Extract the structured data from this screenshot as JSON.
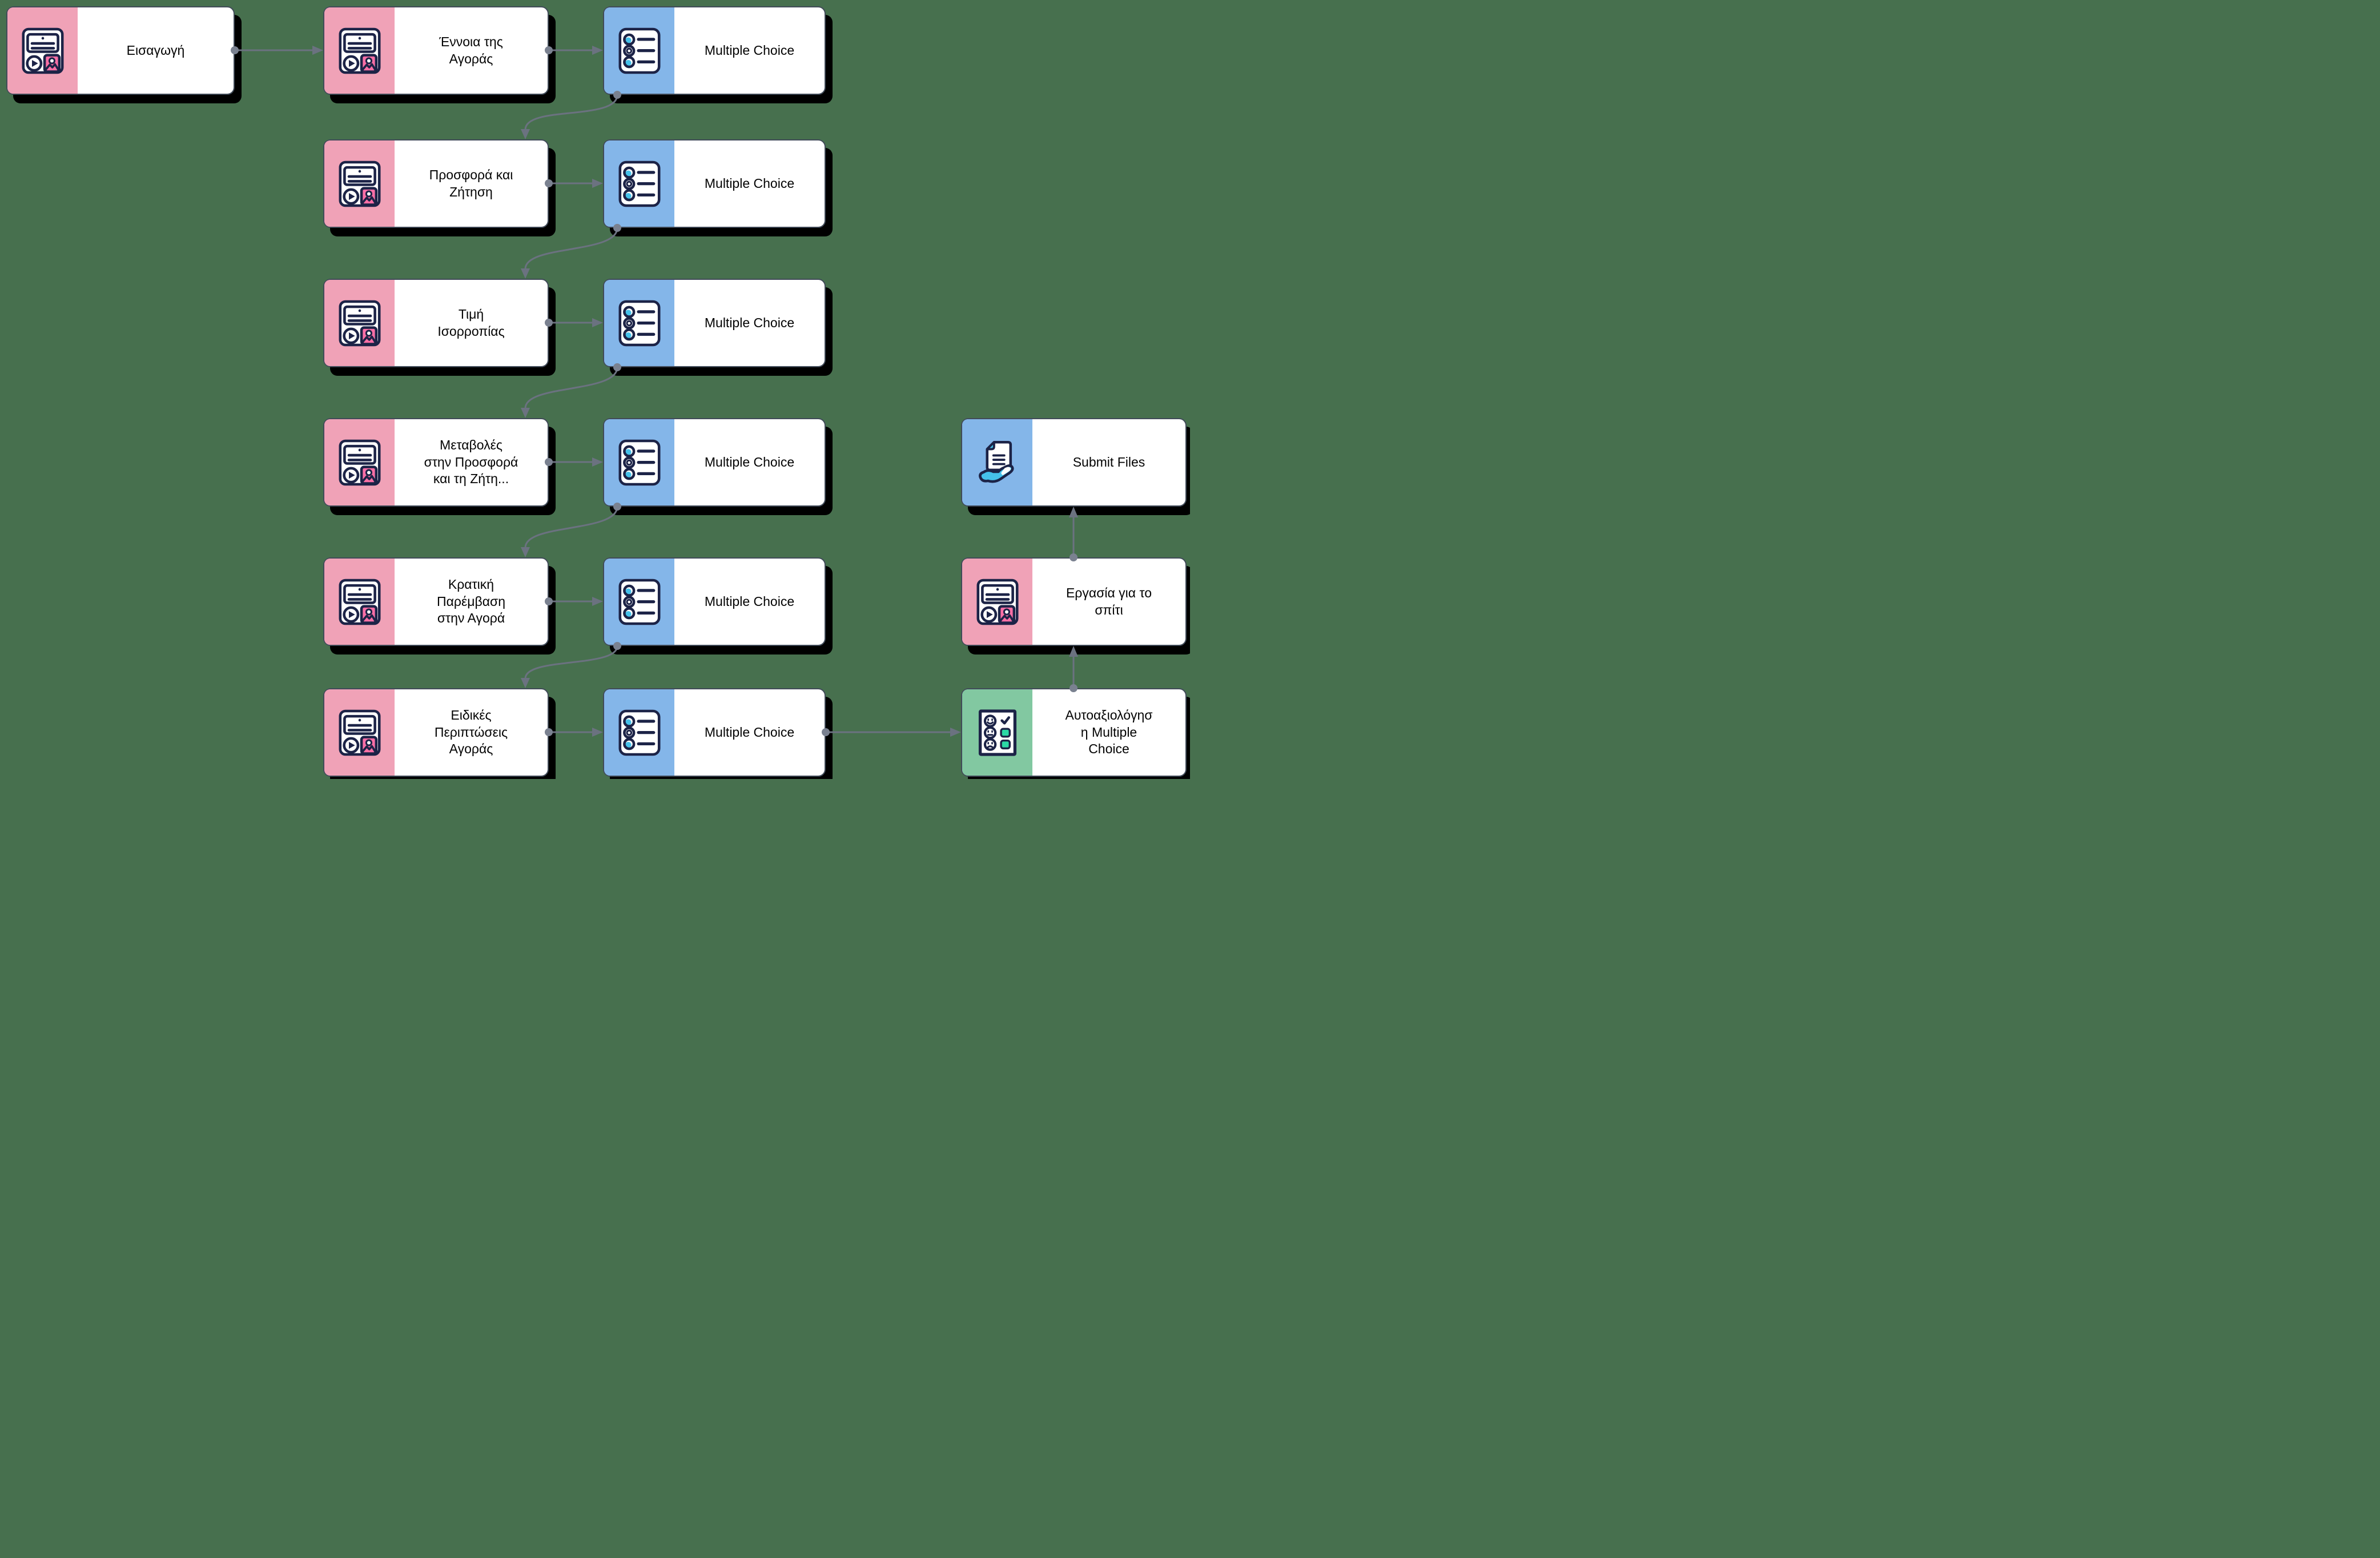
{
  "diagram": {
    "background_color": "#47704e",
    "edge_color": "#6b7280",
    "shadow_color": "#000000",
    "node_colors": {
      "lesson_pink": "#f0a2b7",
      "quiz_blue": "#84b6e9",
      "assessment_green": "#82c8a1",
      "icon_navy": "#1c2347",
      "icon_pink": "#fb6fa6",
      "icon_cyan": "#45c1ea",
      "icon_teal": "#2bd9a5"
    }
  },
  "nodes": [
    {
      "id": "intro",
      "kind": "lesson",
      "label": "Εισαγωγή"
    },
    {
      "id": "market-concept",
      "kind": "lesson",
      "label": "Έννοια της\nΑγοράς"
    },
    {
      "id": "quiz-1",
      "kind": "multiple-choice",
      "label": "Multiple Choice"
    },
    {
      "id": "supply-demand",
      "kind": "lesson",
      "label": "Προσφορά και\nΖήτηση"
    },
    {
      "id": "quiz-2",
      "kind": "multiple-choice",
      "label": "Multiple Choice"
    },
    {
      "id": "equilibrium-price",
      "kind": "lesson",
      "label": "Τιμή\nΙσορροπίας"
    },
    {
      "id": "quiz-3",
      "kind": "multiple-choice",
      "label": "Multiple Choice"
    },
    {
      "id": "supply-demand-changes",
      "kind": "lesson",
      "label": "Μεταβολές\nστην Προσφορά\nκαι τη Ζήτη..."
    },
    {
      "id": "quiz-4",
      "kind": "multiple-choice",
      "label": "Multiple Choice"
    },
    {
      "id": "state-intervention",
      "kind": "lesson",
      "label": "Κρατική\nΠαρέμβαση\nστην Αγορά"
    },
    {
      "id": "quiz-5",
      "kind": "multiple-choice",
      "label": "Multiple Choice"
    },
    {
      "id": "special-market-cases",
      "kind": "lesson",
      "label": "Ειδικές\nΠεριπτώσεις\nΑγοράς"
    },
    {
      "id": "quiz-6",
      "kind": "multiple-choice",
      "label": "Multiple Choice"
    },
    {
      "id": "self-assessment",
      "kind": "self-assessment",
      "label": "Αυτοαξιολόγησ\nη Multiple\nChoice"
    },
    {
      "id": "homework",
      "kind": "lesson",
      "label": "Εργασία για το\nσπίτι"
    },
    {
      "id": "submit-files",
      "kind": "submit-files",
      "label": "Submit Files"
    }
  ],
  "edges": [
    {
      "from": "intro",
      "to": "market-concept"
    },
    {
      "from": "market-concept",
      "to": "quiz-1"
    },
    {
      "from": "quiz-1",
      "to": "supply-demand"
    },
    {
      "from": "supply-demand",
      "to": "quiz-2"
    },
    {
      "from": "quiz-2",
      "to": "equilibrium-price"
    },
    {
      "from": "equilibrium-price",
      "to": "quiz-3"
    },
    {
      "from": "quiz-3",
      "to": "supply-demand-changes"
    },
    {
      "from": "supply-demand-changes",
      "to": "quiz-4"
    },
    {
      "from": "quiz-4",
      "to": "state-intervention"
    },
    {
      "from": "state-intervention",
      "to": "quiz-5"
    },
    {
      "from": "quiz-5",
      "to": "special-market-cases"
    },
    {
      "from": "special-market-cases",
      "to": "quiz-6"
    },
    {
      "from": "quiz-6",
      "to": "self-assessment"
    },
    {
      "from": "self-assessment",
      "to": "homework"
    },
    {
      "from": "homework",
      "to": "submit-files"
    }
  ]
}
